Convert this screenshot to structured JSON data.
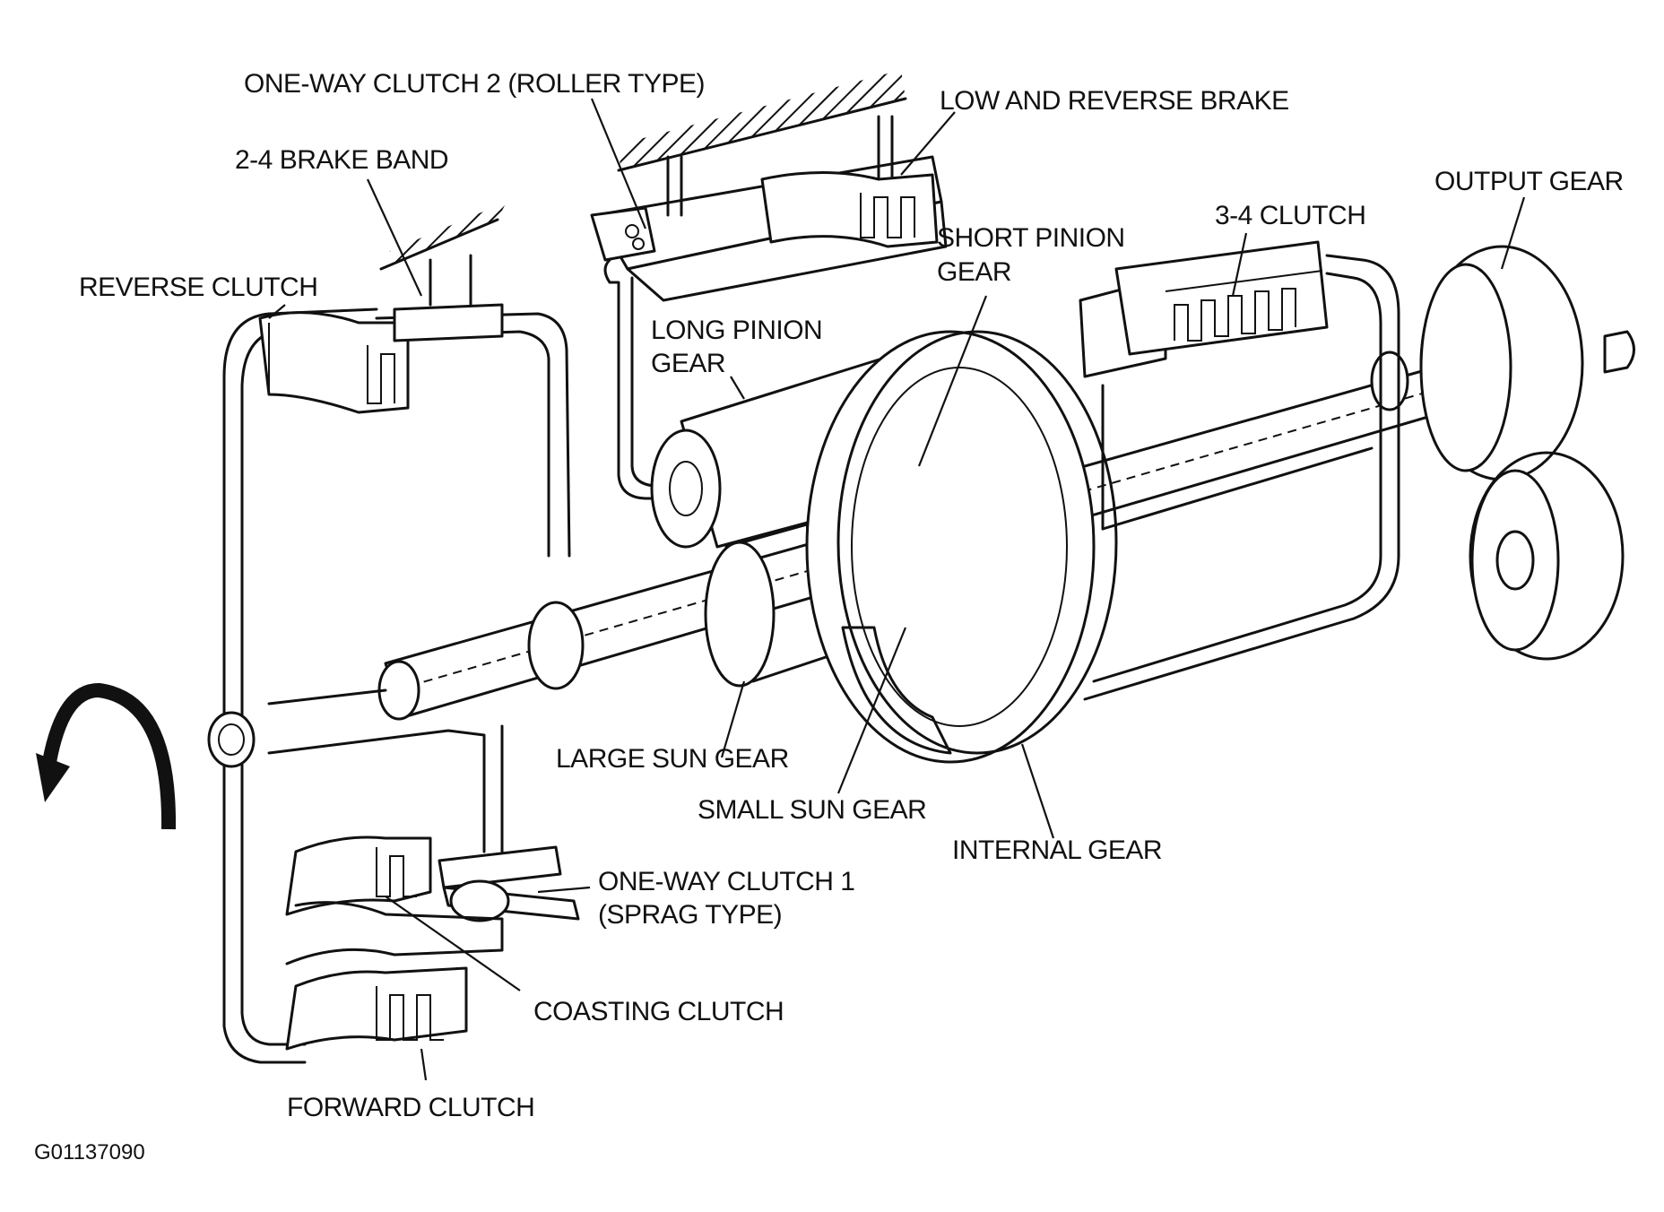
{
  "labels": {
    "one_way_clutch_2": "ONE-WAY CLUTCH 2 (ROLLER TYPE)",
    "low_reverse_brake": "LOW AND REVERSE BRAKE",
    "brake_band_24": "2-4 BRAKE BAND",
    "output_gear": "OUTPUT GEAR",
    "clutch_34": "3-4 CLUTCH",
    "short_pinion_line1": "SHORT PINION",
    "short_pinion_line2": "GEAR",
    "reverse_clutch": "REVERSE CLUTCH",
    "long_pinion_line1": "LONG PINION",
    "long_pinion_line2": "GEAR",
    "large_sun_gear": "LARGE SUN GEAR",
    "small_sun_gear": "SMALL SUN GEAR",
    "internal_gear": "INTERNAL GEAR",
    "one_way_clutch_1_line1": "ONE-WAY CLUTCH 1",
    "one_way_clutch_1_line2": "(SPRAG TYPE)",
    "coasting_clutch": "COASTING CLUTCH",
    "forward_clutch": "FORWARD CLUTCH"
  },
  "figure_code": "G01137090",
  "icons": {
    "rotation": "rotation-arrow-icon"
  }
}
